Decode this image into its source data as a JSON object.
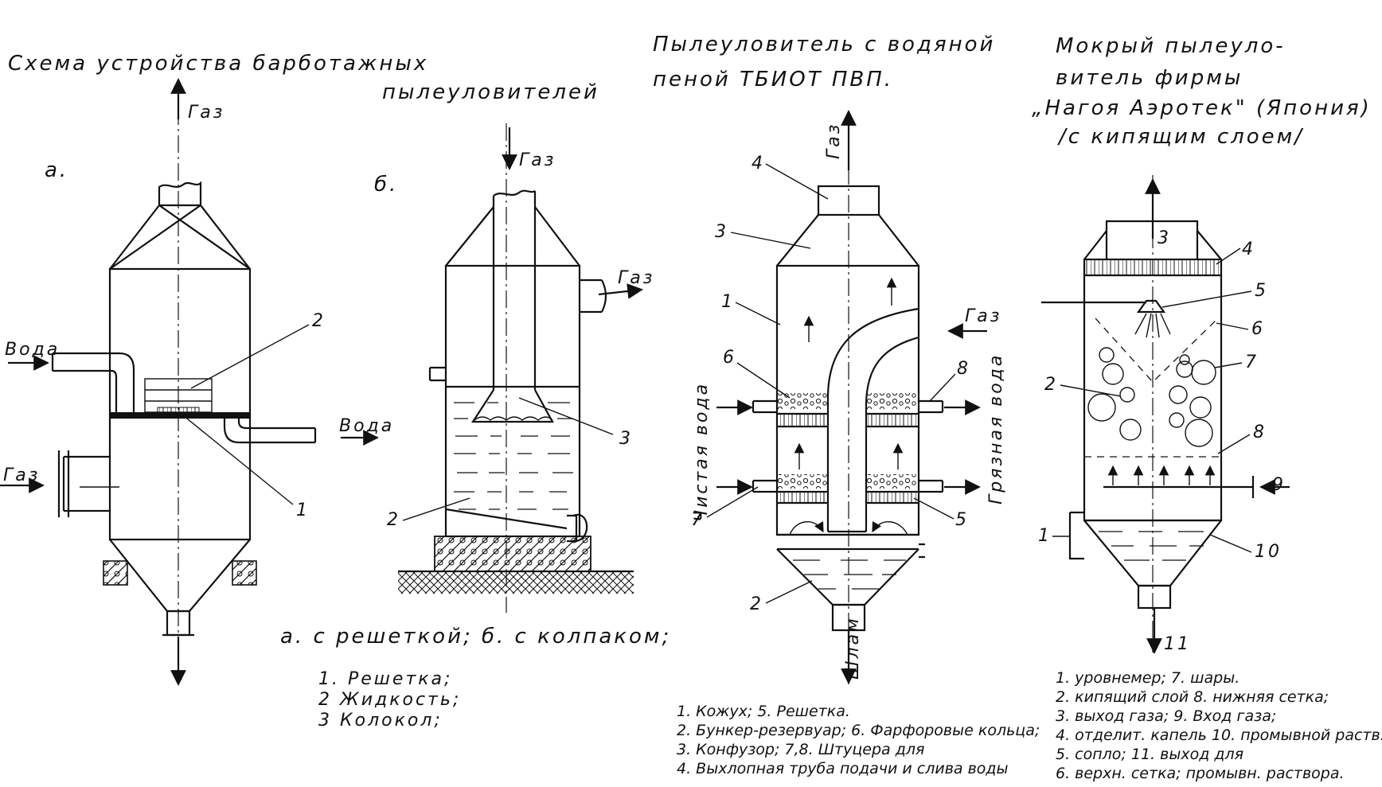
{
  "titles": {
    "main": "Схема устройства барботажных пылеуловителей",
    "main_line1": "Схема устройства барботажных",
    "main_line2": "пылеуловителей",
    "pvp_line1": "Пылеуловитель с водяной",
    "pvp_line2": "пеной ТБИОТ ПВП.",
    "jp_line1": "Мокрый пылеуло-",
    "jp_line2": "витель фирмы",
    "jp_line3": "„Нагоя Аэротек\" (Япония)",
    "jp_line4": "/с кипящим слоем/"
  },
  "panel_a": {
    "letter": "а.",
    "gas": "Газ",
    "water_in": "Вода",
    "water_out": "Вода",
    "gas_in": "Газ",
    "n1": "1",
    "n2": "2"
  },
  "panel_b": {
    "letter": "б.",
    "gas_in": "Газ",
    "gas_out": "Газ",
    "n2": "2",
    "n3": "3"
  },
  "caption_ab": {
    "line": "а. с решеткой;  б. с колпаком;",
    "items": [
      "1. Решетка;",
      "2 Жидкость;",
      "3 Колокол;"
    ]
  },
  "panel_pvp": {
    "gas_top": "Газ",
    "gas_side": "Газ",
    "clean_water": "Чистая вода",
    "dirty_water": "Грязная вода",
    "sludge": "Шлам",
    "numbers": [
      "1",
      "2",
      "3",
      "4",
      "5",
      "6",
      "7",
      "8"
    ]
  },
  "legend_pvp": {
    "lines": [
      "1. Кожух;            5. Решетка.",
      "2. Бункер-резервуар; 6. Фарфоровые кольца;",
      "3. Конфузор;          7,8. Штуцера для",
      "4. Выхлопная труба  подачи и слива воды"
    ]
  },
  "panel_jp": {
    "numbers": [
      "1",
      "2",
      "3",
      "4",
      "5",
      "6",
      "7",
      "8",
      "9",
      "10",
      "11"
    ]
  },
  "legend_jp": {
    "lines": [
      "1. уровнемер;  7. шары.",
      "2. кипящий слой 8. нижняя сетка;",
      "3. выход газа;   9. Вход газа;",
      "4. отделит. капель 10. промывной раств.",
      "5. сопло;           11. выход для",
      "6. верхн. сетка;   промывн. раствора."
    ]
  }
}
